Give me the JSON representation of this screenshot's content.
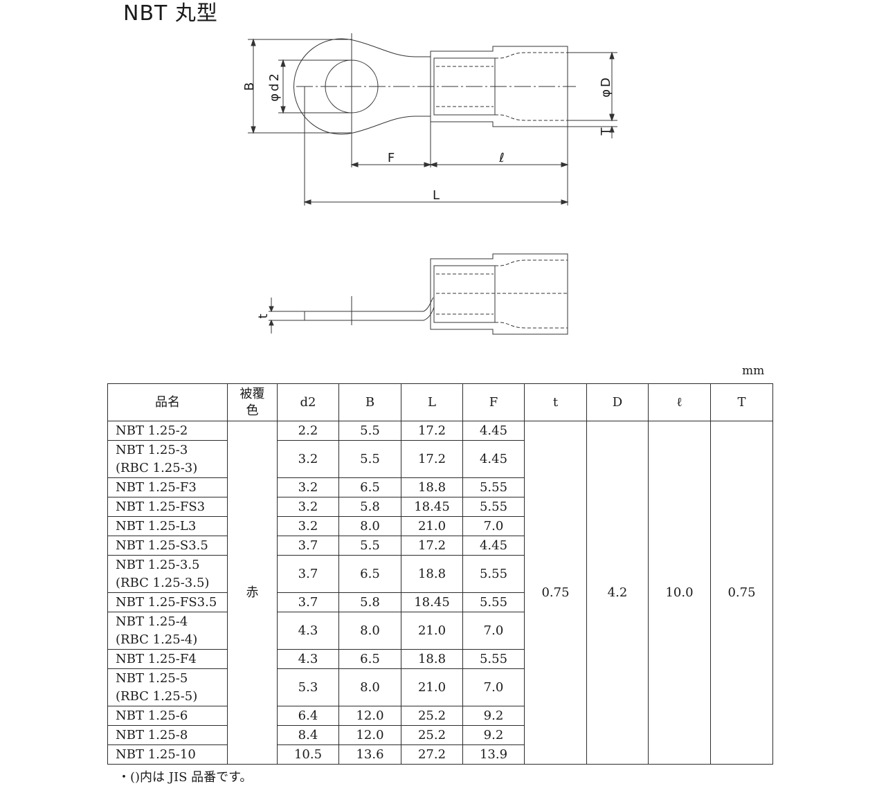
{
  "title": "NBT 丸型",
  "drawing": {
    "dim_B": "B",
    "dim_d2": "φd2",
    "dim_D": "φD",
    "dim_T": "T",
    "dim_F": "F",
    "dim_l": "ℓ",
    "dim_L": "L",
    "dim_t": "t"
  },
  "unit": "mm",
  "table": {
    "headers": {
      "name": "品名",
      "color_l1": "被覆",
      "color_l2": "色",
      "d2": "d2",
      "B": "B",
      "L": "L",
      "F": "F",
      "t": "t",
      "D": "D",
      "l": "ℓ",
      "T": "T"
    },
    "common": {
      "color": "赤",
      "t": "0.75",
      "D": "4.2",
      "l": "10.0",
      "T": "0.75"
    },
    "rows": [
      {
        "name": "NBT 1.25-2",
        "name2": "",
        "d2": "2.2",
        "B": "5.5",
        "L": "17.2",
        "F": "4.45"
      },
      {
        "name": "NBT 1.25-3",
        "name2": "(RBC 1.25-3)",
        "d2": "3.2",
        "B": "5.5",
        "L": "17.2",
        "F": "4.45"
      },
      {
        "name": "NBT 1.25-F3",
        "name2": "",
        "d2": "3.2",
        "B": "6.5",
        "L": "18.8",
        "F": "5.55"
      },
      {
        "name": "NBT 1.25-FS3",
        "name2": "",
        "d2": "3.2",
        "B": "5.8",
        "L": "18.45",
        "F": "5.55"
      },
      {
        "name": "NBT 1.25-L3",
        "name2": "",
        "d2": "3.2",
        "B": "8.0",
        "L": "21.0",
        "F": "7.0"
      },
      {
        "name": "NBT 1.25-S3.5",
        "name2": "",
        "d2": "3.7",
        "B": "5.5",
        "L": "17.2",
        "F": "4.45"
      },
      {
        "name": "NBT 1.25-3.5",
        "name2": "(RBC 1.25-3.5)",
        "d2": "3.7",
        "B": "6.5",
        "L": "18.8",
        "F": "5.55"
      },
      {
        "name": "NBT 1.25-FS3.5",
        "name2": "",
        "d2": "3.7",
        "B": "5.8",
        "L": "18.45",
        "F": "5.55"
      },
      {
        "name": "NBT 1.25-4",
        "name2": "(RBC 1.25-4)",
        "d2": "4.3",
        "B": "8.0",
        "L": "21.0",
        "F": "7.0"
      },
      {
        "name": "NBT 1.25-F4",
        "name2": "",
        "d2": "4.3",
        "B": "6.5",
        "L": "18.8",
        "F": "5.55"
      },
      {
        "name": "NBT 1.25-5",
        "name2": "(RBC 1.25-5)",
        "d2": "5.3",
        "B": "8.0",
        "L": "21.0",
        "F": "7.0"
      },
      {
        "name": "NBT 1.25-6",
        "name2": "",
        "d2": "6.4",
        "B": "12.0",
        "L": "25.2",
        "F": "9.2"
      },
      {
        "name": "NBT 1.25-8",
        "name2": "",
        "d2": "8.4",
        "B": "12.0",
        "L": "25.2",
        "F": "9.2"
      },
      {
        "name": "NBT 1.25-10",
        "name2": "",
        "d2": "10.5",
        "B": "13.6",
        "L": "27.2",
        "F": "13.9"
      }
    ]
  },
  "note": "・()内は JIS 品番です。"
}
